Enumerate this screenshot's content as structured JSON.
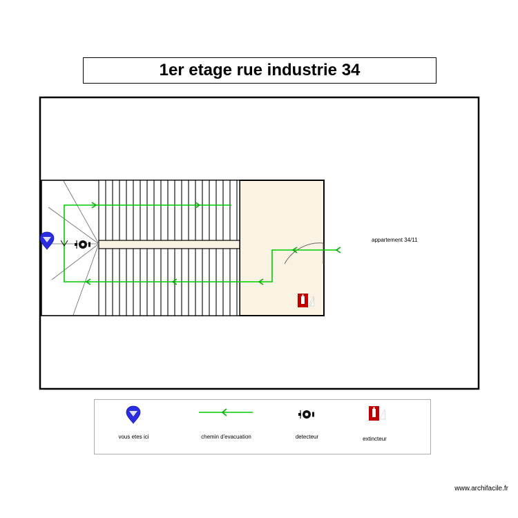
{
  "page": {
    "title": "1er etage rue industrie 34",
    "footer": "www.archifacile.fr"
  },
  "plan": {
    "room_label": "appartement 34/11",
    "icons": {
      "you_are_here": "location-pin-icon",
      "detector": "smoke-detector-icon",
      "extinguisher": "fire-extinguisher-icon",
      "evacuation_arrow": "arrow-left-icon"
    },
    "colors": {
      "wall": "#000000",
      "room_fill": "#faf3e3",
      "evacuation_path": "#00cc00",
      "pin": "#2b2be0",
      "extinguisher_red": "#c00000",
      "stairs": "#000000"
    }
  },
  "legend": {
    "items": [
      {
        "label": "vous etes ici",
        "icon": "location-pin-icon"
      },
      {
        "label": "chemin d'evacuation",
        "icon": "arrow-left-icon"
      },
      {
        "label": "detecteur",
        "icon": "smoke-detector-icon"
      },
      {
        "label": "extincteur",
        "icon": "fire-extinguisher-icon"
      }
    ]
  }
}
